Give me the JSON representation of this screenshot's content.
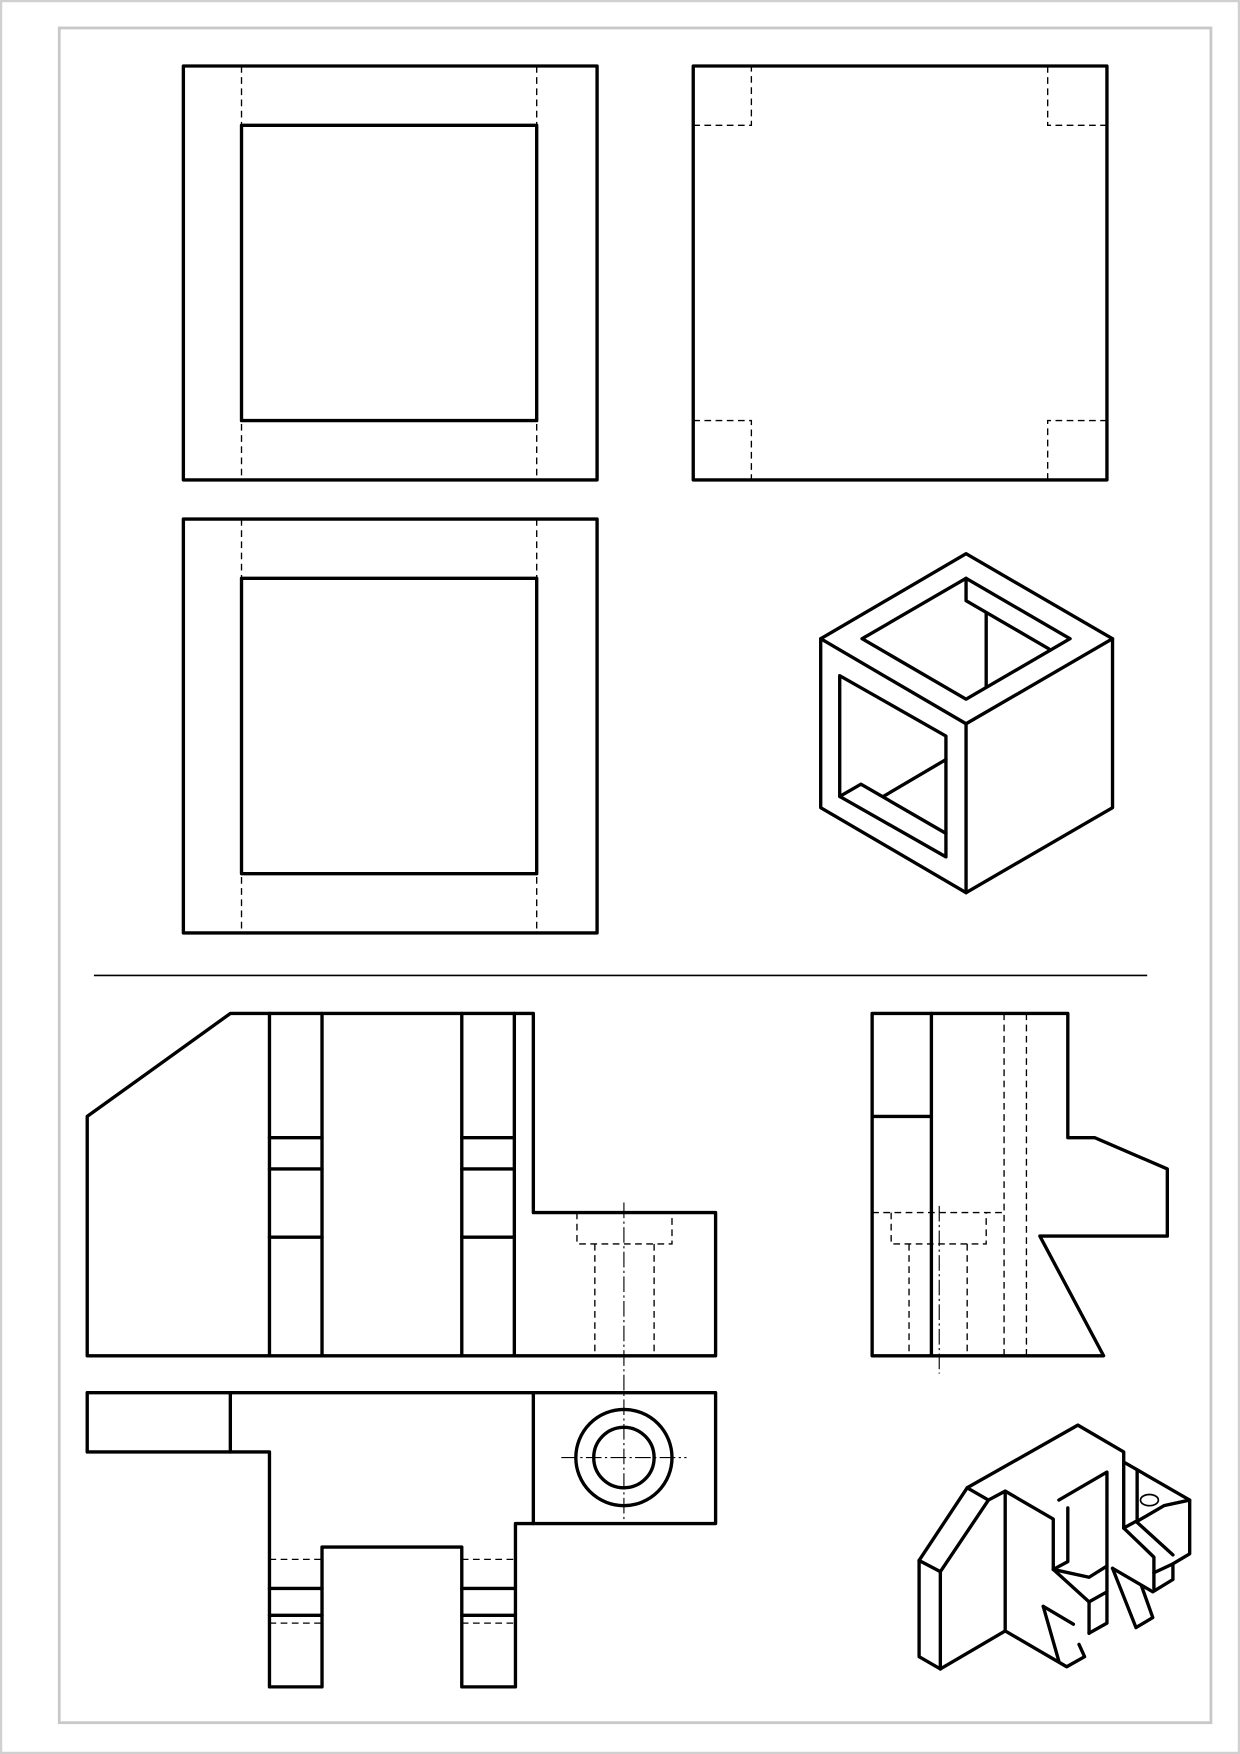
{
  "sheet": {
    "line_color": "#000000",
    "frame_color": "#c8c8c8",
    "background": "#ffffff"
  },
  "views": [
    "top-left-orthographic-view",
    "top-right-orthographic-view",
    "middle-left-orthographic-view",
    "isometric-hollow-cube",
    "bracket-front-view",
    "bracket-side-view",
    "bracket-top-view",
    "bracket-isometric-view"
  ]
}
